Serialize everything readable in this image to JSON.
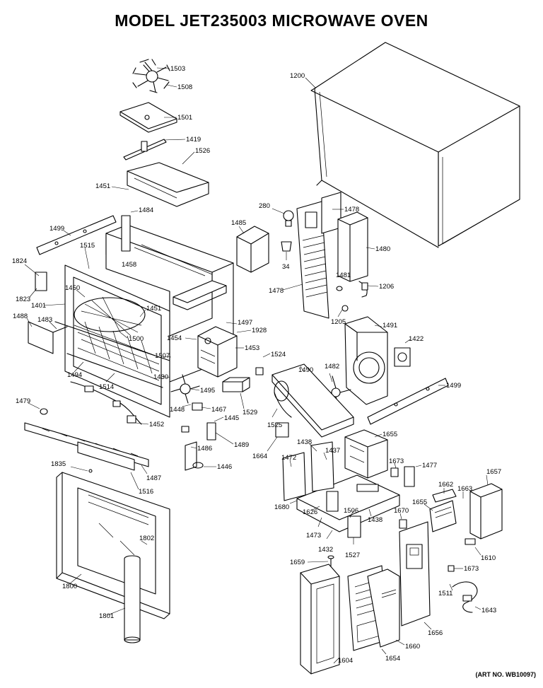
{
  "title": "MODEL JET235003  MICROWAVE OVEN",
  "art_number": "(ART NO. WB10097)",
  "part_labels": [
    "1503",
    "1508",
    "1501",
    "1419",
    "1526",
    "1451",
    "1200",
    "1484",
    "1499",
    "1515",
    "1824",
    "1458",
    "1823",
    "1401",
    "1450",
    "1488",
    "1483",
    "1451",
    "1500",
    "1494",
    "1514",
    "1497",
    "1928",
    "1454",
    "1507",
    "1453",
    "1430",
    "1495",
    "1448",
    "1467",
    "1529",
    "1445",
    "1452",
    "1479",
    "1489",
    "1486",
    "1446",
    "1487",
    "1835",
    "1516",
    "1802",
    "1800",
    "1801",
    "280",
    "1478",
    "1485",
    "34",
    "1480",
    "1481",
    "1206",
    "1478",
    "1205",
    "1491",
    "1422",
    "1524",
    "1490",
    "1482",
    "1525",
    "1499",
    "1664",
    "1438",
    "1437",
    "1472",
    "1655",
    "1673",
    "1477",
    "1657",
    "1662",
    "1663",
    "1655",
    "1680",
    "1626",
    "1506",
    "1473",
    "1432",
    "1527",
    "1438",
    "1670",
    "1610",
    "1673",
    "1511",
    "1643",
    "1659",
    "1604",
    "1654",
    "1660",
    "1656"
  ]
}
